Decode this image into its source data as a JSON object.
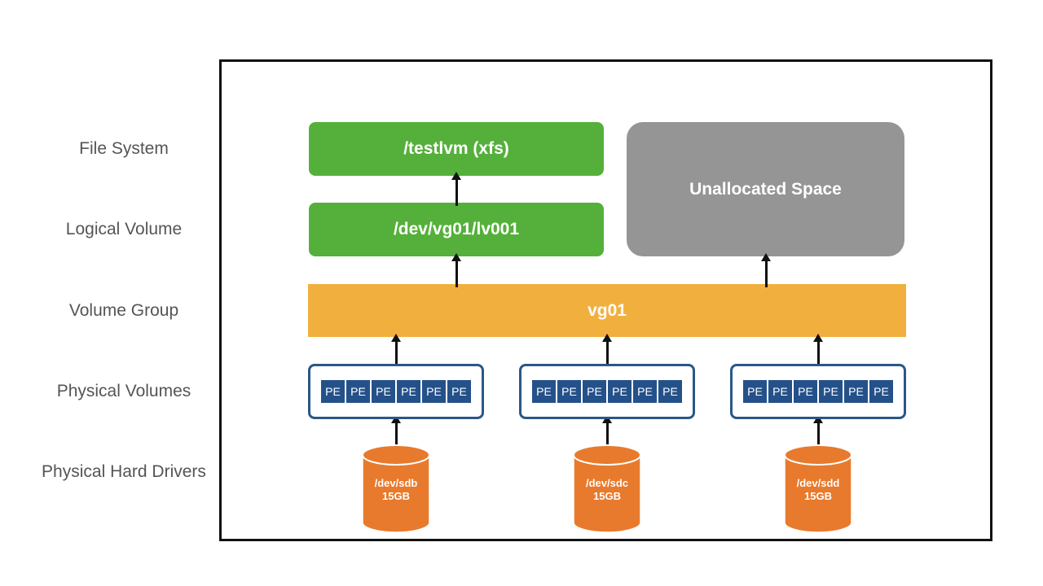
{
  "layers": {
    "file_system": "File System",
    "logical_volume": "Logical Volume",
    "volume_group": "Volume Group",
    "physical_volumes": "Physical Volumes",
    "physical_hard_drives": "Physical Hard Drivers"
  },
  "filesystem_label": "/testlvm (xfs)",
  "logical_volume_label": "/dev/vg01/lv001",
  "unallocated_label": "Unallocated Space",
  "volume_group_label": "vg01",
  "pe_label": "PE",
  "disks": [
    {
      "device": "/dev/sdb",
      "size": "15GB"
    },
    {
      "device": "/dev/sdc",
      "size": "15GB"
    },
    {
      "device": "/dev/sdd",
      "size": "15GB"
    }
  ],
  "colors": {
    "green": "#55b03b",
    "grey": "#959595",
    "orange_band": "#f1b03e",
    "pe_blue": "#24518a",
    "disk_orange": "#e87a2d"
  }
}
